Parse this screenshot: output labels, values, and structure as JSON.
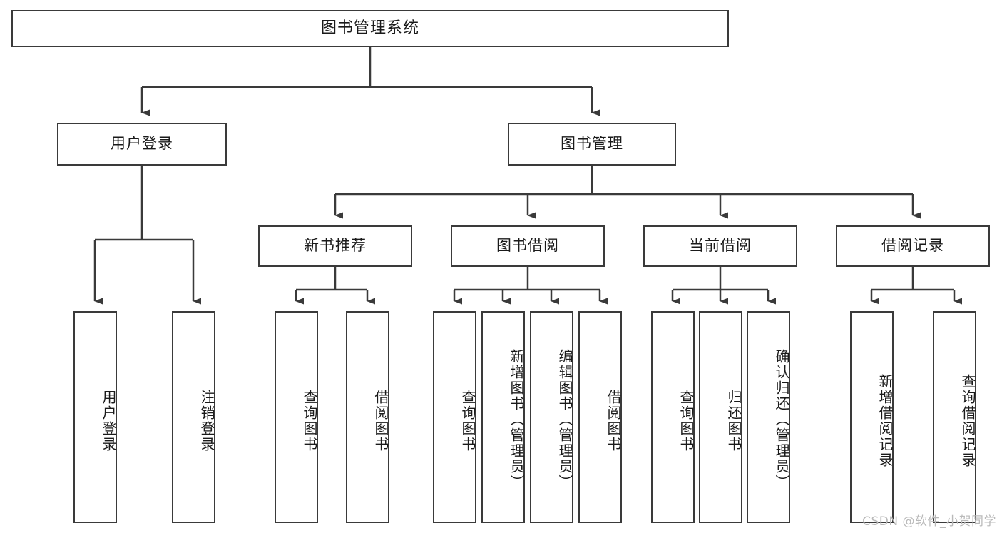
{
  "diagram": {
    "title": "图书管理系统",
    "watermark": "CSDN @软件_小贺同学",
    "line_color": "#3a3a3a",
    "box_fill": "#ffffff",
    "text_color": "#1a1a1a",
    "root": {
      "label": "图书管理系统"
    },
    "level2": [
      {
        "label": "用户登录"
      },
      {
        "label": "图书管理"
      }
    ],
    "level3": [
      {
        "label": "新书推荐"
      },
      {
        "label": "图书借阅"
      },
      {
        "label": "当前借阅"
      },
      {
        "label": "借阅记录"
      }
    ],
    "leaves": {
      "user_login": [
        {
          "label": "用户登录"
        },
        {
          "label": "注销登录"
        }
      ],
      "new_book": [
        {
          "label": "查询图书"
        },
        {
          "label": "借阅图书"
        }
      ],
      "book_borrow": [
        {
          "label": "查询图书"
        },
        {
          "label": "新增图书（管理员）"
        },
        {
          "label": "编辑图书（管理员）"
        },
        {
          "label": "借阅图书"
        }
      ],
      "current_borrow": [
        {
          "label": "查询图书"
        },
        {
          "label": "归还图书"
        },
        {
          "label": "确认归还（管理员）"
        }
      ],
      "borrow_record": [
        {
          "label": "新增借阅记录"
        },
        {
          "label": "查询借阅记录"
        }
      ]
    }
  }
}
